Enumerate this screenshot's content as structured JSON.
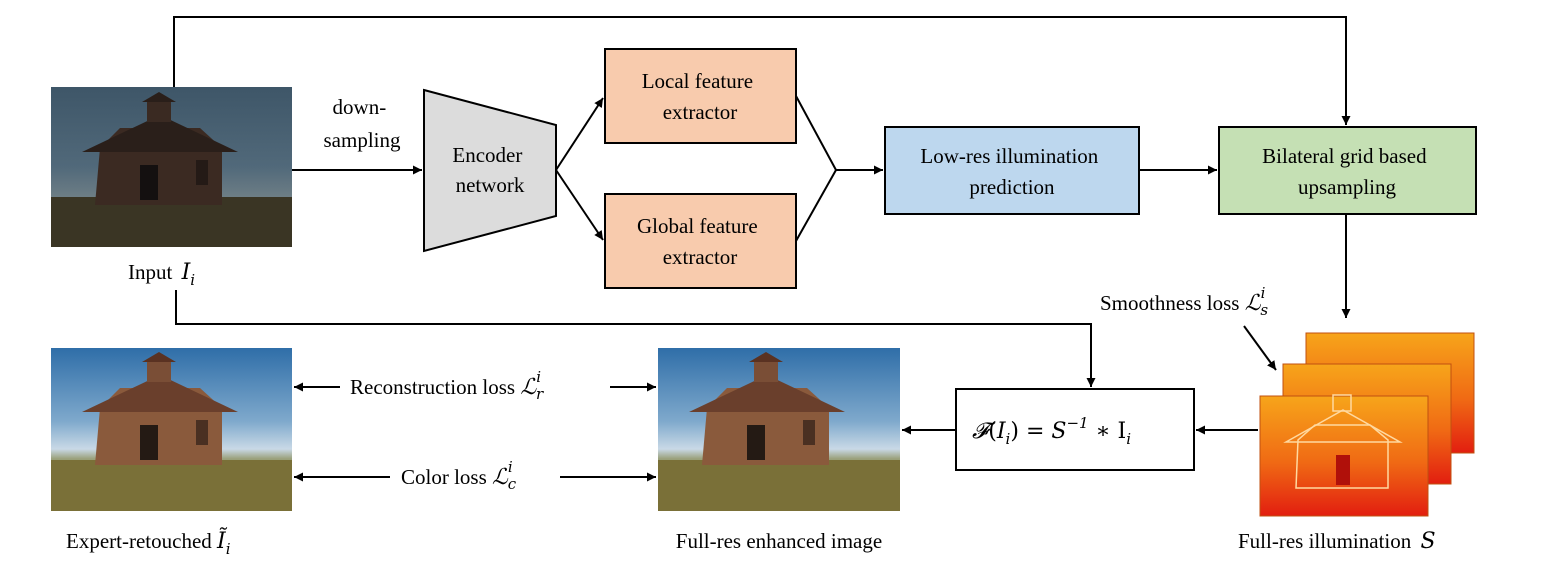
{
  "boxes": {
    "encoder": [
      "Encoder",
      "network"
    ],
    "local": [
      "Local feature",
      "extractor"
    ],
    "global": [
      "Global feature",
      "extractor"
    ],
    "lowres": [
      "Low-res illumination",
      "prediction"
    ],
    "bilateral": [
      "Bilateral grid based",
      "upsampling"
    ],
    "formula": {
      "F": "𝓕",
      "open": "(",
      "I": "I",
      "i": "i",
      "close": ")",
      "eq": " = S",
      "exp": "−1",
      "rest": " ∗ I",
      "sub": "i"
    }
  },
  "labels": {
    "downsampling": [
      "down-",
      "sampling"
    ],
    "input": {
      "text": "Input ",
      "sym": "I",
      "sub": "i"
    },
    "smoothness": {
      "text": "Smoothness loss ",
      "sym": "ℒ",
      "sub": "s",
      "sup": "i"
    },
    "reconstruction": {
      "text": "Reconstruction loss ",
      "sym": "ℒ",
      "sub": "r",
      "sup": "i"
    },
    "color": {
      "text": "Color loss ",
      "sym": "ℒ",
      "sub": "c",
      "sup": "i"
    },
    "expert": {
      "text": "Expert-retouched ",
      "sym": "Ĩ",
      "sub": "i"
    },
    "enhanced": "Full-res enhanced image",
    "illumination": {
      "text": "Full-res illumination ",
      "sym": "S"
    }
  },
  "colors": {
    "local_fill": "#f8cbad",
    "global_fill": "#f8cbad",
    "lowres_fill": "#bdd7ee",
    "bilateral_fill": "#c5e0b4",
    "encoder_fill": "#dcdcdc",
    "illum_outer": "#f59a1c",
    "illum_inner": "#e8250f"
  },
  "icons": {
    "photos": "schoolhouse-photo",
    "illumination": "illumination-map"
  }
}
